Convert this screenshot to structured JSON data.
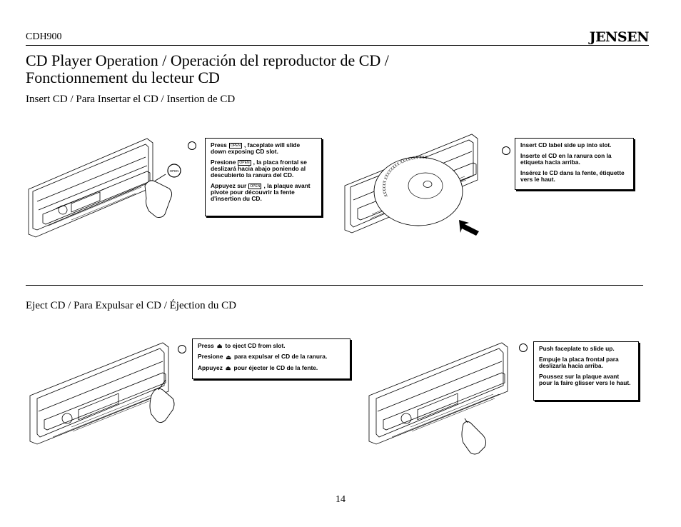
{
  "header": {
    "model": "CDH900",
    "brand": "JENSEN"
  },
  "title_line1": "CD Player Operation / Operación del reproductor de CD /",
  "title_line2": "Fonctionnement du lecteur CD",
  "section_insert": {
    "heading": "Insert CD / Para Insertar el CD / Insertion de CD",
    "step1": {
      "open_key": "OPEN",
      "en_pre": "Press",
      "en_post": ", faceplate will slide down exposing CD slot.",
      "es_pre": "Presione",
      "es_post": ", la placa frontal se deslizará hacia abajo poniendo al descubierto la ranura del CD.",
      "fr_pre": "Appuyez sur",
      "fr_post": ", la plaque avant pivote pour découvrir la fente d'insertion du CD."
    },
    "step2": {
      "en": "Insert CD label side up into slot.",
      "es": "Inserte el CD en la ranura con la etiqueta hacia arriba.",
      "fr": "Insérez le CD dans la fente, étiquette vers le haut."
    },
    "disc_label": "XXXXXX XXXXXXXX XXXXXXX XXX"
  },
  "section_eject": {
    "heading": "Eject CD / Para Expulsar el CD / Éjection du CD",
    "step1": {
      "eject_symbol": "⏏",
      "en_pre": "Press",
      "en_post": "to eject CD from slot.",
      "es_pre": "Presione",
      "es_post": "para expulsar el CD de la ranura.",
      "fr_pre": "Appuyez",
      "fr_post": "pour éjecter le CD de la fente."
    },
    "step2": {
      "en": "Push faceplate to slide up.",
      "es": "Empuje la placa frontal para deslizarla hacia arriba.",
      "fr": "Poussez sur la plaque avant pour la faire glisser vers le haut."
    }
  },
  "page_number": "14"
}
